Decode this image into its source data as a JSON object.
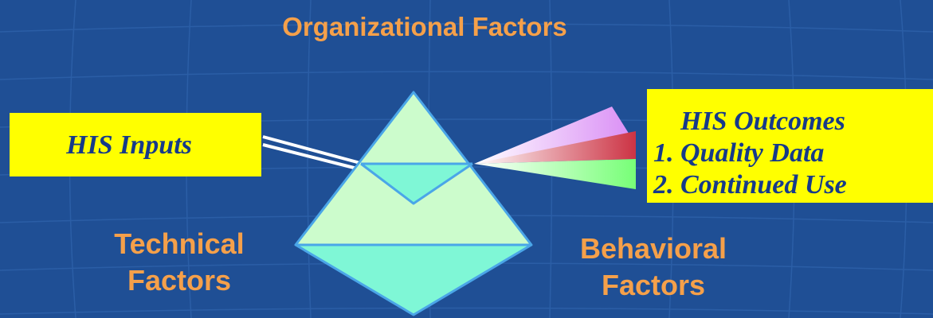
{
  "title": "Organizational Factors",
  "technical": {
    "line1": "Technical",
    "line2": "Factors"
  },
  "behavioral": {
    "line1": "Behavioral",
    "line2": "Factors"
  },
  "inputs": {
    "label": "HIS Inputs"
  },
  "outcomes": {
    "title": "HIS Outcomes",
    "items": [
      "1. Quality Data",
      "2. Continued Use"
    ]
  },
  "colors": {
    "background": "#1f4f95",
    "label_text": "#f5a04a",
    "box_fill": "#ffff00",
    "box_text": "#163a8a",
    "pyramid_light": "#ccfccc",
    "pyramid_cyan": "#7ff7d6",
    "prism_edge": "#4aa6e8",
    "ray_violet": "#d98cf5",
    "ray_red": "#cc3344",
    "ray_green": "#77ff77"
  }
}
